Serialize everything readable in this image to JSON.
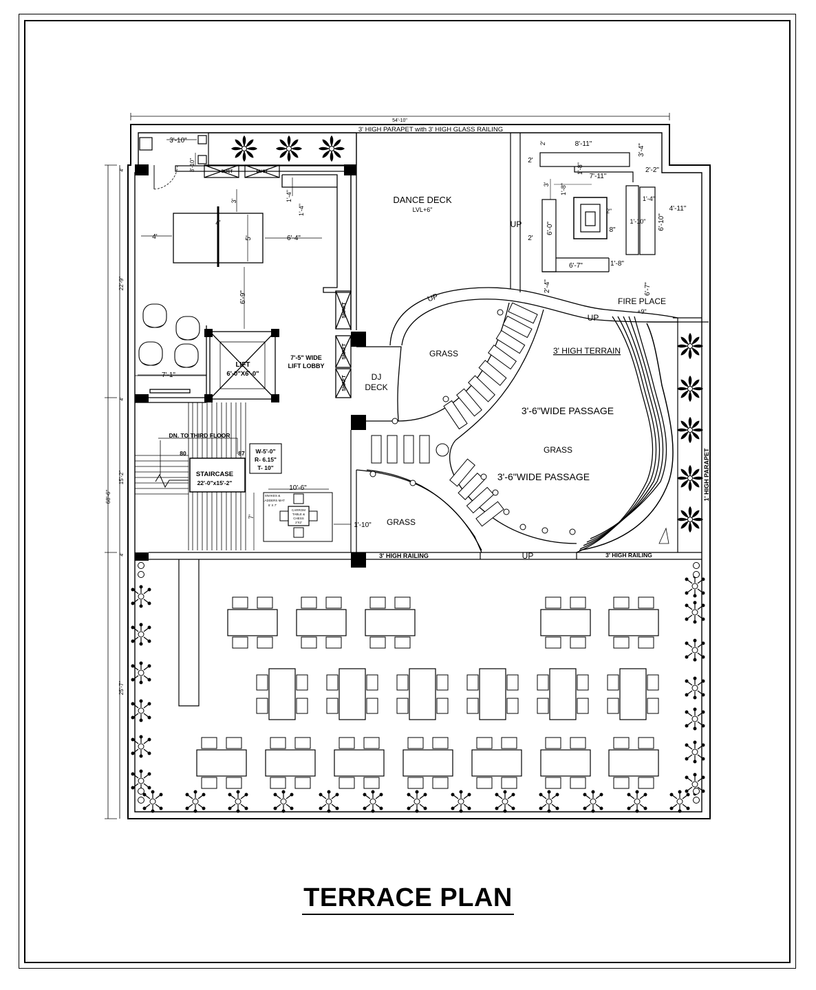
{
  "drawing": {
    "title": "TERRACE PLAN",
    "labels": {
      "parapet_top": "3' HIGH PARAPET with 3' HIGH GLASS RAILING",
      "dim_overall": "54'-10\"",
      "dance_deck": "DANCE DECK",
      "dance_deck_level": "LVL+6\"",
      "fire_place": "FIRE PLACE",
      "fire_place_level": "+9\"",
      "lift": "LIFT",
      "lift_size": "6'-0\"X6'-0\"",
      "lift_lobby_1": "7'-5\" WIDE",
      "lift_lobby_2": "LIFT LOBBY",
      "dj_1": "DJ",
      "dj_2": "DECK",
      "grass_1": "GRASS",
      "grass_2": "GRASS",
      "grass_3": "GRASS",
      "passage_1": "3'-6\"WIDE PASSAGE",
      "passage_2": "3'-6\"WIDE PASSAGE",
      "terrain": "3' HIGH TERRAIN",
      "staircase": "STAIRCASE",
      "staircase_size": "22'-0\"x15'-2\"",
      "dn_third": "DN. TO THIRD FLOOR",
      "step_80": "80",
      "step_87": "87",
      "stair_w": "W-5'-0\"",
      "stair_r": "R- 6.15\"",
      "stair_t": "T- 10\"",
      "railing_1": "3' HIGH RAILING",
      "railing_2": "3' HIGH RAILING",
      "parapet_right": "1' HIGH PARAPET",
      "up_1": "UP",
      "up_2": "UP",
      "up_3": "UP",
      "up_4": "UP",
      "duct_1": "DUCT",
      "duct_2": "DUCT",
      "shaft_1": "SHAFT",
      "shaft_2": "SHAFT",
      "shaft_3": "SHAFT",
      "snakes_1": "SNAKES &",
      "snakes_2": "LADDERS MAT",
      "snakes_3": "5' X 7'",
      "carrom_1": "CARROM",
      "carrom_2": "TABLE &",
      "carrom_3": "CHESS",
      "carrom_4": "2'X2'"
    },
    "dims": {
      "d_3_10": "3'-10\"",
      "d_3_10b": "3'-10\"",
      "d_3": "3'",
      "d_1_4a": "1'-4\"",
      "d_1_4b": "1'-4\"",
      "d_4a": "4'",
      "d_4b": "4'",
      "d_5": "5'",
      "d_6_4": "6'-4\"",
      "d_6_9": "6'-9\"",
      "d_7_1": "7'-1\"",
      "d_8_11": "8'-11\"",
      "d_3_4": "3'-4\"",
      "d_2a": "2'",
      "d_2b": "2'",
      "d_2c": "2'",
      "d_2_2": "2'-2\"",
      "d_7_11": "7'-11\"",
      "d_1_8a": "1'-8\"",
      "d_1_8b": "1'-8\"",
      "d_3b": "3'",
      "d_1_4c": "1'-4\"",
      "d_4_11": "4'-11\"",
      "d_6_0": "6'-0\"",
      "d_1_10a": "1'-10\"",
      "d_6_10": "6'-10\"",
      "d_8": "8\"",
      "d_2": "2\"",
      "d_6_7a": "6'-7\"",
      "d_2_4": "2'-4\"",
      "d_6_7b": "6'-7\"",
      "d_10_6": "10'-6\"",
      "d_7": "7'",
      "d_1_10b": "1'-10\"",
      "d_22_9": "22'-9\"",
      "d_15_2": "15'-2\"",
      "d_68_6": "68'-6\"",
      "d_25_7": "25'-7\"",
      "d_4c": "4'",
      "d_4d": "4'",
      "d_4e": "4'"
    }
  }
}
